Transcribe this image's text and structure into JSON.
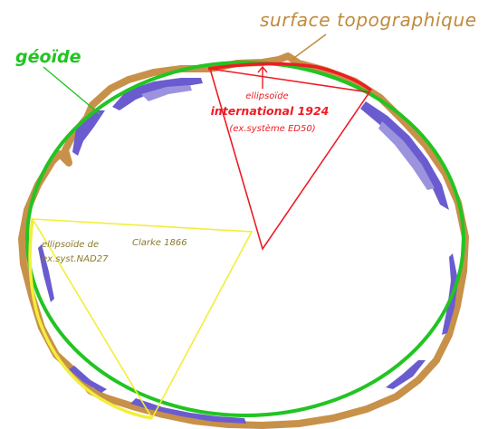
{
  "labels": {
    "surface": "surface topographique",
    "geoide": "géoïde",
    "international_line1": "ellipsoïde",
    "international_line2": "international 1924",
    "international_line3": "(ex.système ED50)",
    "clarke_line1_a": "ellipsoïde de",
    "clarke_line1_b": "Clarke 1866",
    "clarke_line2": "ex.syst.NAD27"
  },
  "colors": {
    "terrain": "#c8914a",
    "ocean": "#6a5ccf",
    "ocean_light": "#9c93df",
    "geoid": "#22c422",
    "international_ellipsoid": "#ee1c24",
    "clarke_ellipsoid": "#f2ee3a",
    "surface_label": "#c08a3c",
    "geoid_label": "#22c422",
    "international_label": "#ee1c24",
    "clarke_label": "#8a7a2a"
  }
}
